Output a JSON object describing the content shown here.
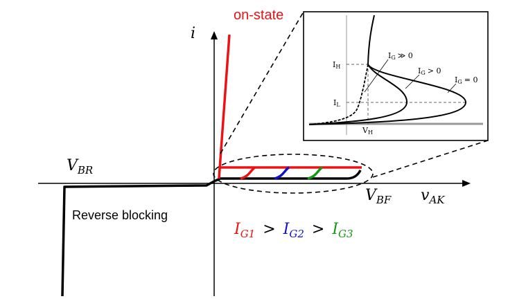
{
  "labels": {
    "axis_y": "i",
    "axis_x_base": "v",
    "axis_x_sub": "AK",
    "on_state": "on-state",
    "v_br_base": "V",
    "v_br_sub": "BR",
    "v_bf_base": "V",
    "v_bf_sub": "BF",
    "reverse_blocking": "Reverse blocking"
  },
  "gate_relation": {
    "ig1_base": "I",
    "ig1_sub": "G1",
    "gt1": ">",
    "ig2_base": "I",
    "ig2_sub": "G2",
    "gt2": ">",
    "ig3_base": "I",
    "ig3_sub": "G3"
  },
  "inset": {
    "ih_base": "I",
    "ih_sub": "H",
    "il_base": "I",
    "il_sub": "L",
    "vh_base": "V",
    "vh_sub": "H",
    "curve_label_1": "I",
    "curve_label_1_sub": "G",
    "curve_label_1_rel": "≫ 0",
    "curve_label_2": "I",
    "curve_label_2_sub": "G",
    "curve_label_2_rel": "> 0",
    "curve_label_3": "I",
    "curve_label_3_sub": "G",
    "curve_label_3_rel": "= 0"
  },
  "colors": {
    "ig1": "#ee1111",
    "ig2": "#1111cc",
    "ig3": "#119911",
    "on_state": "#ee1111",
    "axis": "#000000",
    "inset_base": "#999999"
  }
}
